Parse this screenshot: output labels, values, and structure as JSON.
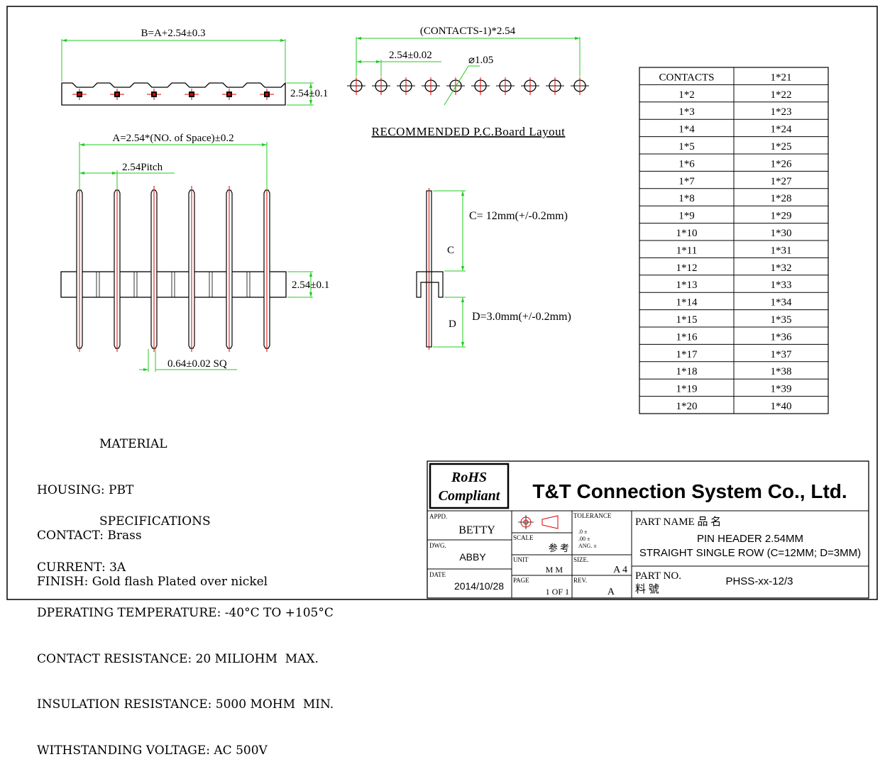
{
  "dims": {
    "top_width": "B=A+2.54±0.3",
    "top_height": "2.54±0.1",
    "pcb_span": "(CONTACTS-1)*2.54",
    "pcb_pitch": "2.54±0.02",
    "pcb_hole": "⌀1.05",
    "pcb_caption": "RECOMMENDED P.C.Board Layout",
    "front_width": "A=2.54*(NO. of Space)±0.2",
    "front_pitch": "2.54Pitch",
    "front_height": "2.54±0.1",
    "pin_square": "0.64±0.02 SQ",
    "side_c": "C= 12mm(+/-0.2mm)",
    "side_c_label": "C",
    "side_d": "D=3.0mm(+/-0.2mm)",
    "side_d_label": "D"
  },
  "contacts_table": {
    "header": [
      "CONTACTS",
      "1*21"
    ],
    "rows": [
      [
        "1*2",
        "1*22"
      ],
      [
        "1*3",
        "1*23"
      ],
      [
        "1*4",
        "1*24"
      ],
      [
        "1*5",
        "1*25"
      ],
      [
        "1*6",
        "1*26"
      ],
      [
        "1*7",
        "1*27"
      ],
      [
        "1*8",
        "1*28"
      ],
      [
        "1*9",
        "1*29"
      ],
      [
        "1*10",
        "1*30"
      ],
      [
        "1*11",
        "1*31"
      ],
      [
        "1*12",
        "1*32"
      ],
      [
        "1*13",
        "1*33"
      ],
      [
        "1*14",
        "1*34"
      ],
      [
        "1*15",
        "1*35"
      ],
      [
        "1*16",
        "1*36"
      ],
      [
        "1*17",
        "1*37"
      ],
      [
        "1*18",
        "1*38"
      ],
      [
        "1*19",
        "1*39"
      ],
      [
        "1*20",
        "1*40"
      ]
    ]
  },
  "material": {
    "title": "MATERIAL",
    "lines": [
      "HOUSING: PBT",
      "CONTACT: Brass",
      "FINISH: Gold flash Plated over nickel"
    ]
  },
  "specifications": {
    "title": "SPECIFICATIONS",
    "lines": [
      "CURRENT: 3A",
      "DPERATING TEMPERATURE: -40°C TO +105°C",
      "CONTACT RESISTANCE: 20 MILIOHM  MAX.",
      "INSULATION RESISTANCE: 5000 MOHM  MIN.",
      "WITHSTANDING VOLTAGE: AC 500V"
    ]
  },
  "title_block": {
    "rohs_line1": "RoHS",
    "rohs_line2": "Compliant",
    "company": "T&T Connection System Co., Ltd.",
    "appd_label": "APPD.",
    "appd": "BETTY",
    "dwg_label": "DWG.",
    "dwg": "ABBY",
    "date_label": "DATE",
    "date": "2014/10/28",
    "scale_label": "SCALE",
    "scale": "参 考",
    "unit_label": "UNIT",
    "unit": "M M",
    "page_label": "PAGE",
    "page": "1 OF 1",
    "tolerance_label": "TOLERANCE",
    "tol1": ".0   ±",
    "tol2": ".00  ±",
    "tol3": "ANG.  ±",
    "size_label": "SIZE.",
    "size": "A 4",
    "rev_label": "REV.",
    "rev": "A",
    "part_name_label": "PART NAME  品 名",
    "part_name_line1": "PIN HEADER 2.54MM",
    "part_name_line2": "STRAIGHT SINGLE ROW (C=12MM; D=3MM)",
    "part_no_label": "PART NO.",
    "part_no_cn": "料    號",
    "part_no": "PHSS-xx-12/3"
  },
  "colors": {
    "dimension": "#22cc22",
    "centerline": "#e00000",
    "outline": "#000000"
  }
}
